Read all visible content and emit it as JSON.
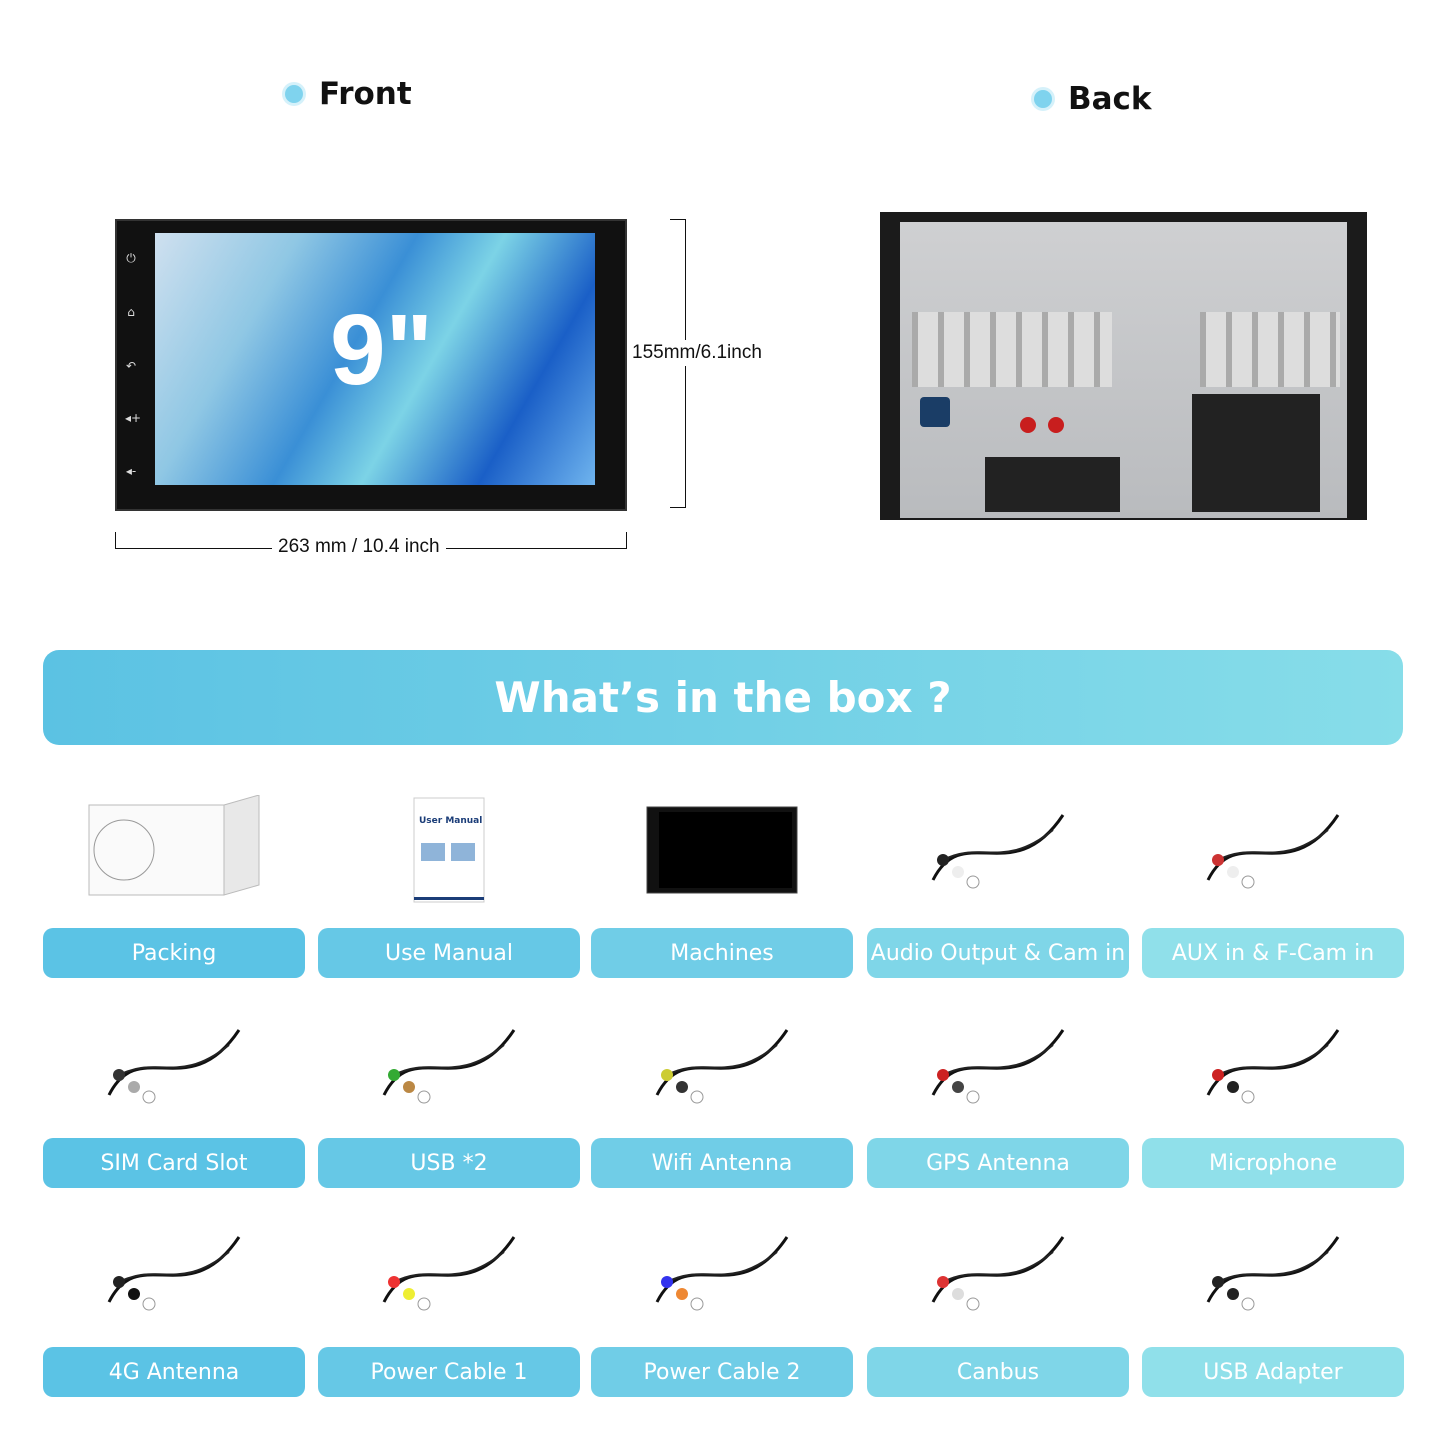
{
  "front": {
    "heading": "Front",
    "size_label": "9\"",
    "height_dim": "155mm/6.1inch",
    "width_dim": "263 mm / 10.4 inch"
  },
  "back": {
    "heading": "Back"
  },
  "banner": {
    "title": "What’s in the box ?"
  },
  "items": [
    {
      "label": "Packing",
      "icon": "box-icon"
    },
    {
      "label": "Use Manual",
      "icon": "manual-icon",
      "cover_title": "User Manual"
    },
    {
      "label": "Machines",
      "icon": "head-unit-icon"
    },
    {
      "label": "Audio Output & Cam in",
      "icon": "rca-cable-icon"
    },
    {
      "label": "AUX in & F-Cam in",
      "icon": "rca-cable-icon"
    },
    {
      "label": "SIM Card Slot",
      "icon": "sim-cable-icon"
    },
    {
      "label": "USB *2",
      "icon": "usb-cable-icon"
    },
    {
      "label": "Wifi  Antenna",
      "icon": "wifi-antenna-icon"
    },
    {
      "label": "GPS Antenna",
      "icon": "gps-antenna-icon"
    },
    {
      "label": "Microphone",
      "icon": "microphone-icon"
    },
    {
      "label": "4G Antenna",
      "icon": "4g-antenna-icon"
    },
    {
      "label": "Power Cable 1",
      "icon": "power-harness-icon"
    },
    {
      "label": "Power Cable 2",
      "icon": "power-harness-icon"
    },
    {
      "label": "Canbus",
      "icon": "canbus-box-icon"
    },
    {
      "label": "USB Adapter",
      "icon": "usb-adapter-icon"
    }
  ],
  "colors": [
    "#5bc3e5",
    "#66c8e6",
    "#70cde7",
    "#7fd6e8",
    "#90e0ea"
  ]
}
